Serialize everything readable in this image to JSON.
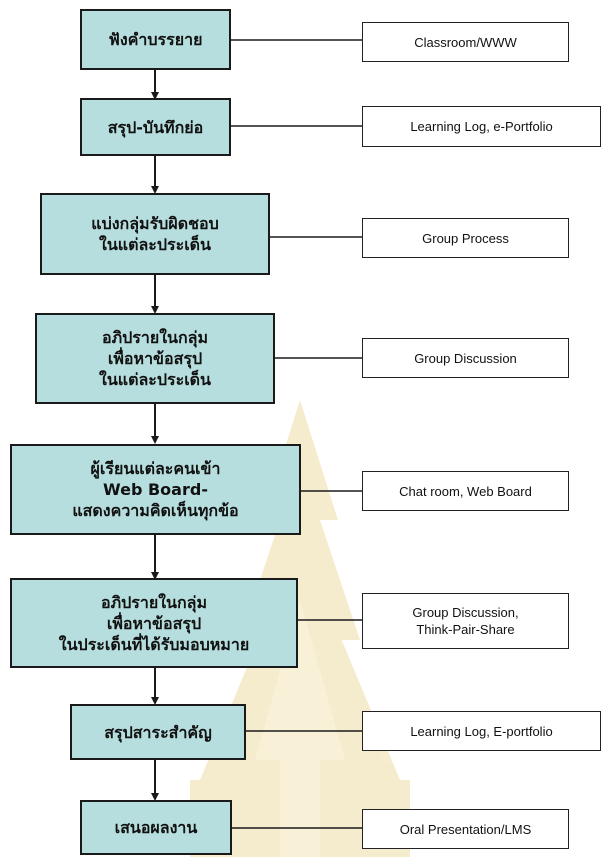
{
  "steps": [
    {
      "text": "ฟังคำบรรยาย",
      "tool": "Classroom/WWW"
    },
    {
      "text": "สรุป-บันทึกย่อ",
      "tool": "Learning Log, e-Portfolio"
    },
    {
      "text": "แบ่งกลุ่มรับผิดชอบ\nในแต่ละประเด็น",
      "tool": "Group Process"
    },
    {
      "text": "อภิปรายในกลุ่ม\nเพื่อหาข้อสรุป\nในแต่ละประเด็น",
      "tool": "Group Discussion"
    },
    {
      "text": "ผู้เรียนแต่ละคนเข้า\nWeb Board-\nแสดงความคิดเห็นทุกข้อ",
      "tool": "Chat room, Web Board"
    },
    {
      "text": "อภิปรายในกลุ่ม\nเพื่อหาข้อสรุป\nในประเด็นที่ได้รับมอบหมาย",
      "tool": "Group Discussion,\nThink-Pair-Share"
    },
    {
      "text": "สรุปสาระสำคัญ",
      "tool": "Learning Log, E-portfolio"
    },
    {
      "text": "เสนอผลงาน",
      "tool": "Oral Presentation/LMS"
    }
  ],
  "colors": {
    "step_fill": "#b7dede",
    "border": "#1a1a1a",
    "watermark": "#f3e7c2"
  }
}
